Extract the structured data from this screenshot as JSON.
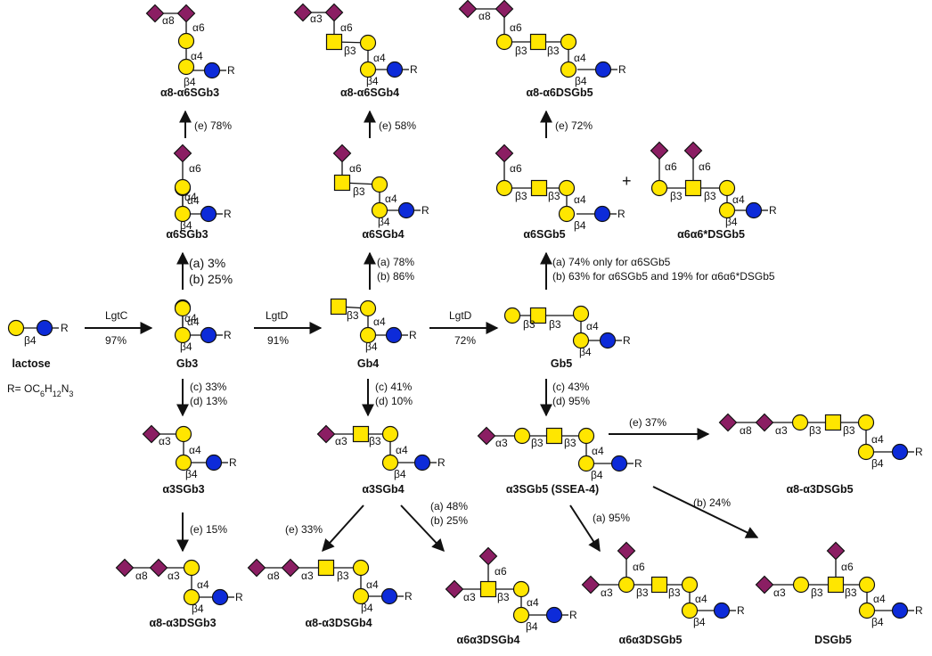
{
  "colors": {
    "galactose_yellow": "#ffe600",
    "glucose_blue": "#0d2bd9",
    "sialic_acid_purple": "#8b1e63",
    "line": "#111111"
  },
  "symbols": {
    "galactose": "yellow-circle-icon",
    "glucose": "blue-circle-icon",
    "galnac": "yellow-square-icon",
    "neu5ac": "purple-diamond-icon"
  },
  "compounds": {
    "lactose": "lactose",
    "gb3": "Gb3",
    "gb4": "Gb4",
    "gb5": "Gb5",
    "a6sgb3": "α6SGb3",
    "a6sgb4": "α6SGb4",
    "a6sgb5": "α6SGb5",
    "a6a6dsgb5": "α6α6*DSGb5",
    "a8a6sgb3": "α8-α6SGb3",
    "a8a6sgb4": "α8-α6SGb4",
    "a8a6dsgb5": "α8-α6DSGb5",
    "a3sgb3": "α3SGb3",
    "a3sgb4": "α3SGb4",
    "a3sgb5": "α3SGb5 (SSEA-4)",
    "a8a3dsgb3": "α8-α3DSGb3",
    "a8a3dsgb4": "α8-α3DSGb4",
    "a6a3dsgb4": "α6α3DSGb4",
    "a6a3dsgb5": "α6α3DSGb5",
    "dsgb5": "DSGb5",
    "a8a3dsgb5": "α8-α3DSGb5"
  },
  "r_definition": {
    "prefix": "R= OC",
    "sub1": "6",
    "mid": "H",
    "sub2": "12",
    "tail": "N",
    "sub3": "3"
  },
  "linkages": {
    "a3": "α3",
    "a4": "α4",
    "a6": "α6",
    "a8": "α8",
    "b3": "β3",
    "b4": "β4",
    "r": "R"
  },
  "steps": {
    "lgtc": {
      "enzyme": "LgtC",
      "yield": "97%"
    },
    "lgtd1": {
      "enzyme": "LgtD",
      "yield": "91%"
    },
    "lgtd2": {
      "enzyme": "LgtD",
      "yield": "72%"
    },
    "e_a6sgb3": "(e) 78%",
    "e_a6sgb4": "(e) 58%",
    "e_a6sgb5": "(e) 72%",
    "gb3_up_a": "(a) 3%",
    "gb3_up_b": "(b) 25%",
    "gb4_up_a": "(a) 78%",
    "gb4_up_b": "(b) 86%",
    "gb5_up_a": "(a) 74% only for α6SGb5",
    "gb5_up_b": "(b) 63% for α6SGb5 and 19% for α6α6*DSGb5",
    "gb3_down_c": "(c) 33%",
    "gb3_down_d": "(d) 13%",
    "gb4_down_c": "(c) 41%",
    "gb4_down_d": "(d) 10%",
    "gb5_down_c": "(c) 43%",
    "gb5_down_d": "(d) 95%",
    "e_a3sgb3": "(e) 15%",
    "e_a3sgb4": "(e) 33%",
    "ab_a3sgb4_a": "(a) 48%",
    "ab_a3sgb4_b": "(b) 25%",
    "e_a3sgb5": "(e) 37%",
    "a_a3sgb5": "(a) 95%",
    "b_a3sgb5": "(b) 24%",
    "plus": "+"
  }
}
